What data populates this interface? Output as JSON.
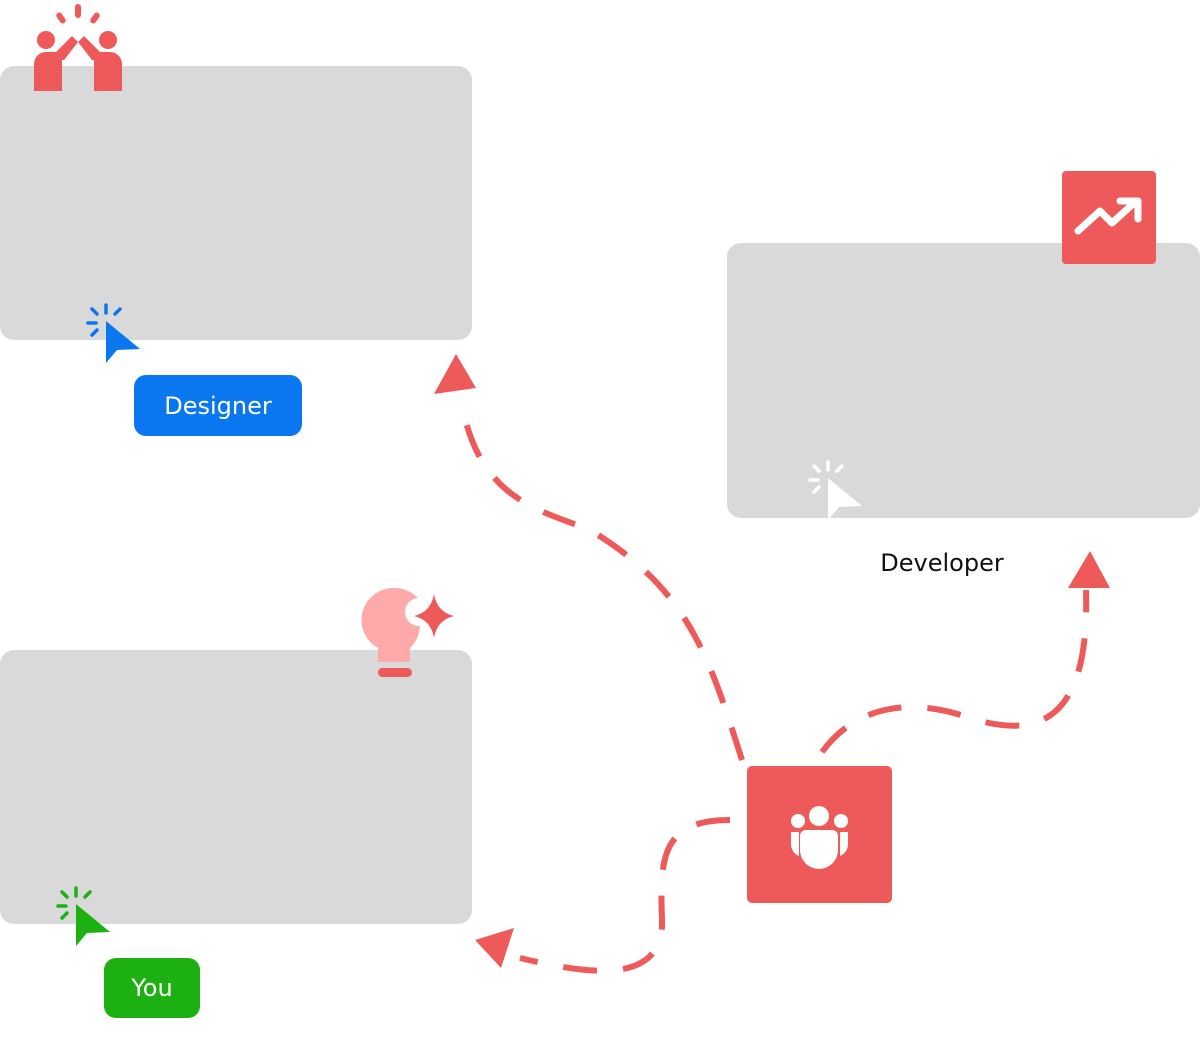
{
  "roles": {
    "designer": {
      "label": "Designer",
      "color": "#0a77f0"
    },
    "developer": {
      "label": "Developer",
      "color": "#ffffff"
    },
    "you": {
      "label": "You",
      "color": "#1db011"
    }
  },
  "icons": {
    "team_hub": "team-icon",
    "growth": "trending-up-icon",
    "idea": "lightbulb-sparkle-icon",
    "collaboration": "high-five-icon"
  },
  "colors": {
    "accent": "#ee5a5a",
    "card": "#d9d9d9",
    "designer": "#0a77f0",
    "you": "#1db011"
  }
}
